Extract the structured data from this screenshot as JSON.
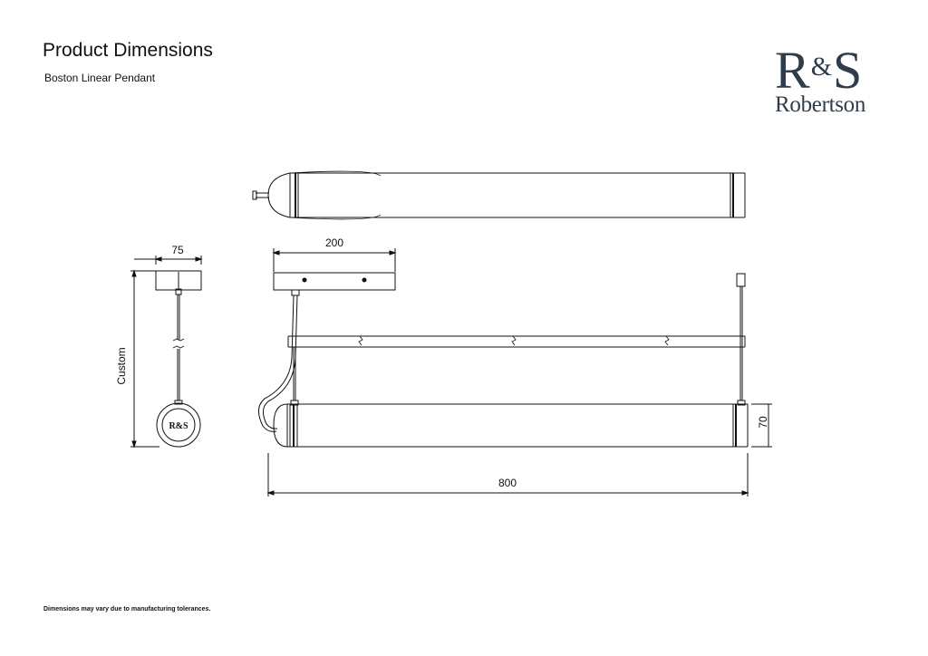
{
  "header": {
    "title": "Product Dimensions",
    "subtitle": "Boston Linear Pendant"
  },
  "logo": {
    "mark_left": "R",
    "mark_amp": "&",
    "mark_right": "S",
    "name": "Robertson",
    "color": "#2f3c4a"
  },
  "dimensions": {
    "canopy_width": "75",
    "drop": "Custom",
    "canopy_length": "200",
    "tube_height": "70",
    "overall_length": "800"
  },
  "end_badge": "R&S",
  "footer": {
    "note": "Dimensions may vary due to manufacturing tolerances."
  }
}
